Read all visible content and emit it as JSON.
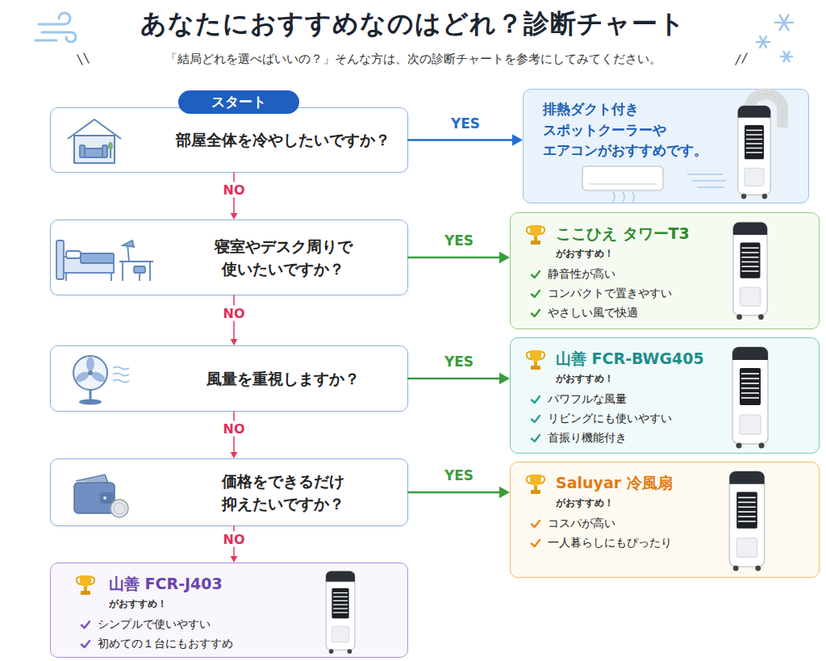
{
  "diagram": {
    "title": "あなたにおすすめなのはどれ？診断チャート",
    "nodes": [
      {
        "text": [
          "スタート",
          "部屋全体を冷やしたいですか？"
        ]
      },
      {
        "text": [
          "排熱ダクト付き スポットクーラーや エアコンがおすすめです。"
        ]
      },
      {
        "text": [
          "寝室やデスク周りで 使いたいですか？"
        ]
      },
      {
        "text": [
          "ここひえ タワーT3",
          "がおすすめ！",
          "静音性が高い",
          "コンパクトで置きやすい",
          "やさしい風で快適"
        ]
      },
      {
        "text": [
          "風量を重視しますか？"
        ]
      },
      {
        "text": [
          "山善 FCR-BWG405",
          "がおすすめ！",
          "パワフルな風量",
          "リビングにも使いやすい",
          "首振り機能付き"
        ]
      },
      {
        "text": [
          "価格をできるだけ 抑えたいですか？"
        ]
      },
      {
        "text": [
          "Saluyar 冷風扇",
          "がおすすめ！",
          "コスパが高い",
          "一人暮らしにもぴったり"
        ]
      },
      {
        "text": [
          "山善 FCR-J403",
          "がおすすめ！",
          "シンプルで使いやすい",
          "初めての１台にもおすすめ"
        ]
      }
    ],
    "edges": [
      {
        "from": 0,
        "to": 1,
        "label": "YES",
        "arrow": "to"
      },
      {
        "from": 0,
        "to": 2,
        "label": "NO",
        "arrow": "to"
      },
      {
        "from": 2,
        "to": 3,
        "label": "YES",
        "arrow": "to"
      },
      {
        "from": 2,
        "to": 4,
        "label": "NO",
        "arrow": "to"
      },
      {
        "from": 4,
        "to": 5,
        "label": "YES",
        "arrow": "to"
      },
      {
        "from": 4,
        "to": 6,
        "label": "NO",
        "arrow": "to"
      },
      {
        "from": 6,
        "to": 7,
        "label": "YES",
        "arrow": "to"
      },
      {
        "from": 6,
        "to": 8,
        "label": "NO",
        "arrow": "to"
      }
    ],
    "labels": [
      "「結局どれを選べばいいの？」そんな方は、次の診断チャートを参考にしてみてください。"
    ]
  }
}
